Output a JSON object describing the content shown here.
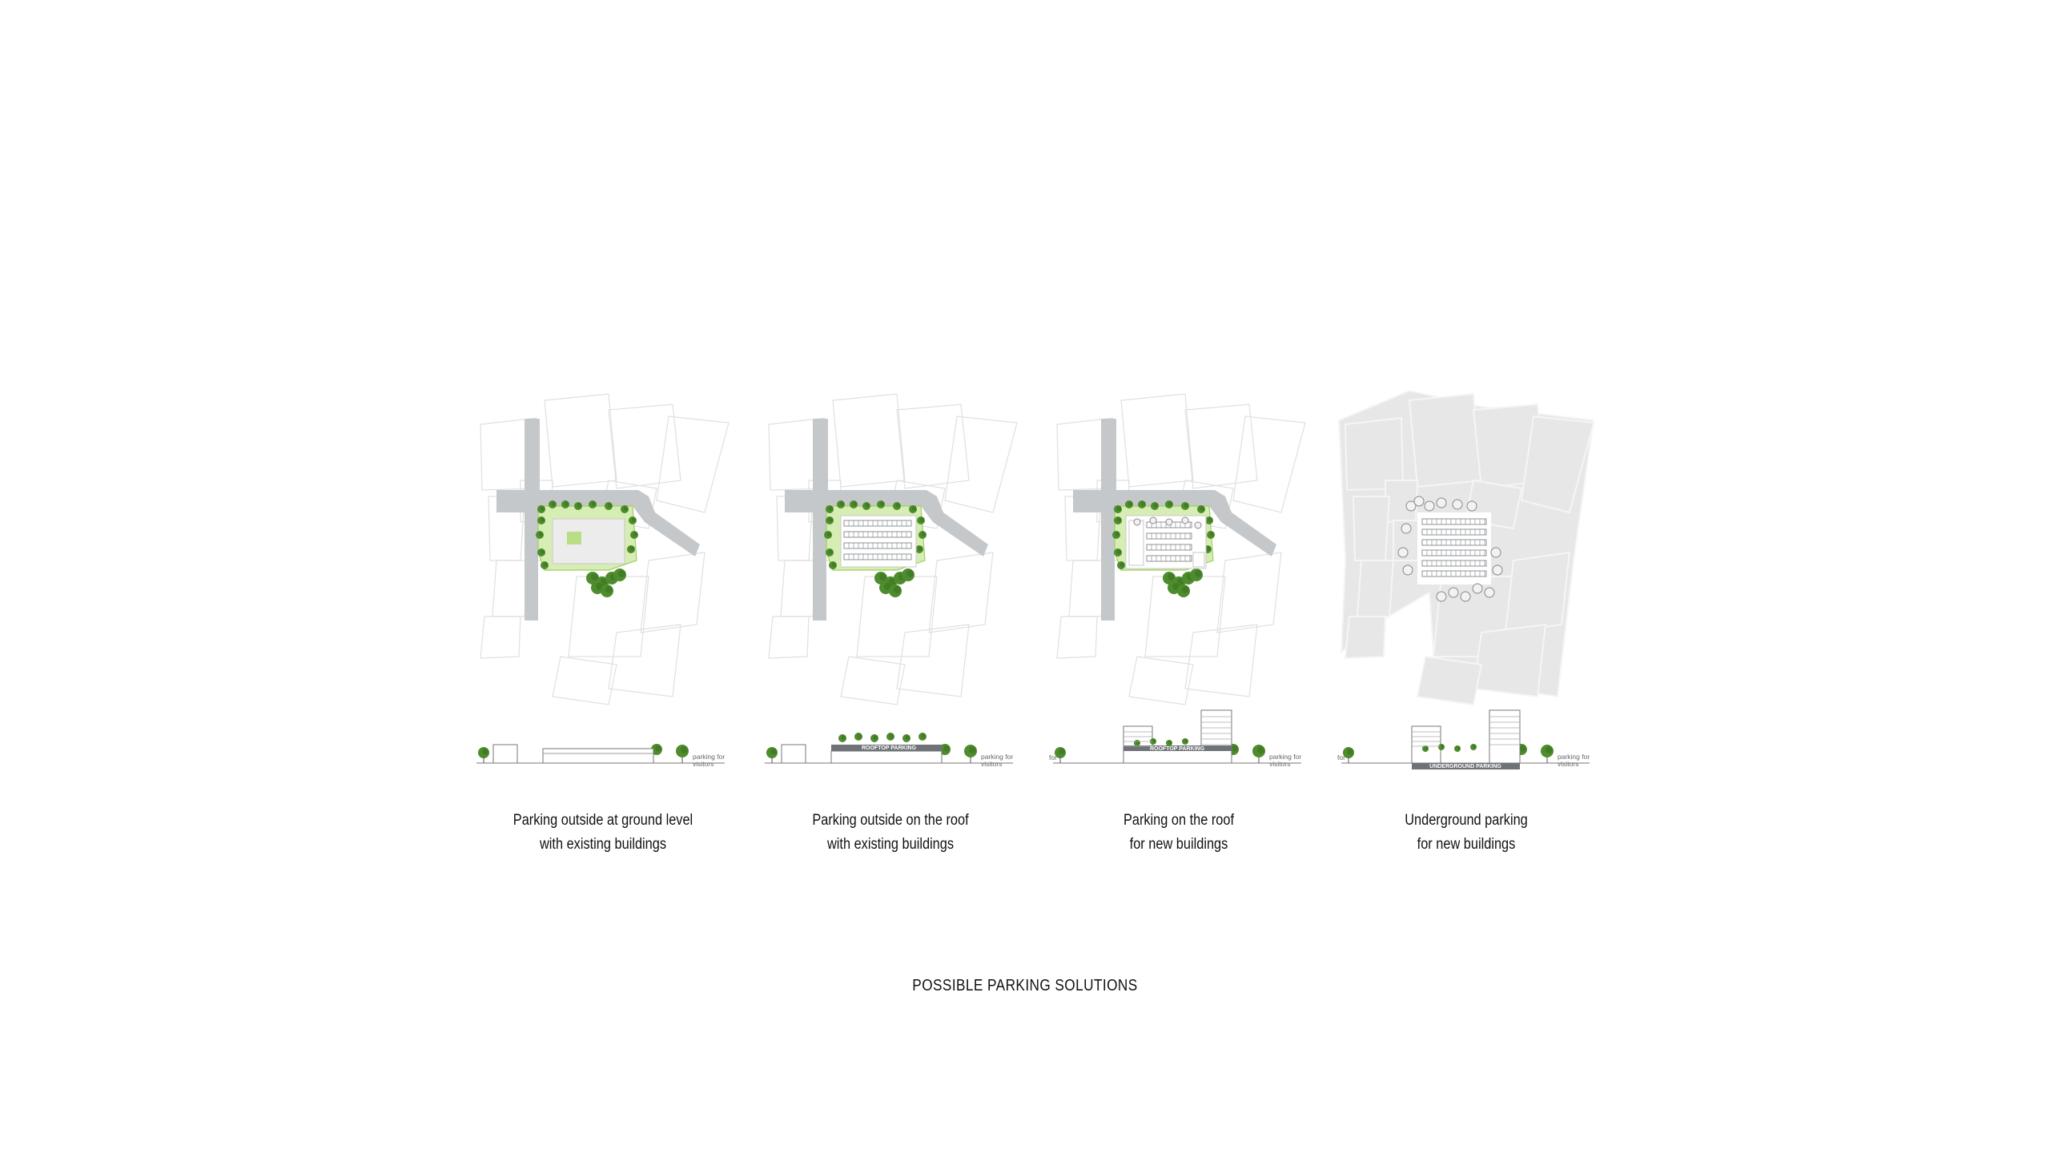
{
  "title": "POSSIBLE PARKING SOLUTIONS",
  "colors": {
    "road": "#c4c8cb",
    "lawn": "#d6edb4",
    "lawn_edge": "#9fce62",
    "tree": "#4e8c2d",
    "tree_dark": "#356b1f",
    "outline": "#e0e0e0",
    "section_band": "#6f7377",
    "underground_fill": "#e8e8e8"
  },
  "panels": [
    {
      "id": "ground",
      "caption_lines": [
        "Parking outside at ground level",
        "with existing buildings"
      ],
      "plan": "ground-level",
      "section_band_label": "",
      "left_label": "",
      "right_label_lines": [
        "parking for",
        "visitors"
      ]
    },
    {
      "id": "roof-existing",
      "caption_lines": [
        "Parking outside on the roof",
        "with existing buildings"
      ],
      "plan": "roof-existing",
      "section_band_label": "ROOFTOP PARKING",
      "left_label": "",
      "right_label_lines": [
        "parking for",
        "visitors"
      ]
    },
    {
      "id": "roof-new",
      "caption_lines": [
        "Parking on the roof",
        "for new buildings"
      ],
      "plan": "roof-new",
      "section_band_label": "ROOFTOP PARKING",
      "left_label": "for",
      "right_label_lines": [
        "parking for",
        "visitors"
      ]
    },
    {
      "id": "underground-new",
      "caption_lines": [
        "Underground parking",
        "for new buildings"
      ],
      "plan": "underground",
      "section_band_label": "UNDERGROUND PARKING",
      "left_label": "for",
      "right_label_lines": [
        "parking for",
        "visitors"
      ]
    }
  ]
}
